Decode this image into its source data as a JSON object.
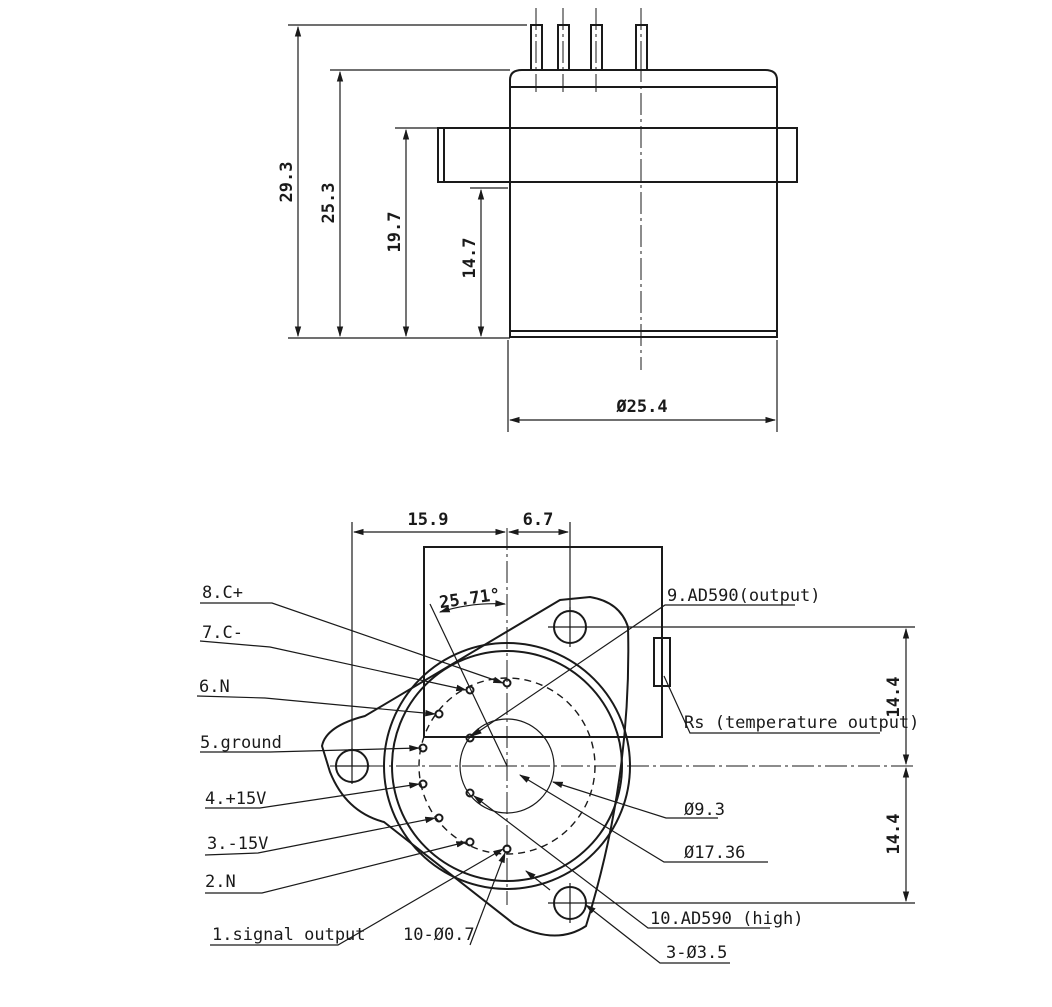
{
  "side_view": {
    "dimensions": {
      "total_height": "29.3",
      "body_height": "25.3",
      "flange_height": "19.7",
      "lower_height": "14.7",
      "diameter": "Ø25.4"
    }
  },
  "bottom_view": {
    "dimensions": {
      "offset_left": "15.9",
      "offset_right": "6.7",
      "angle": "25.71°",
      "upper_half": "14.4",
      "lower_half": "14.4"
    },
    "pin_labels": {
      "pin8": "8.C+",
      "pin7": "7.C-",
      "pin6": "6.N",
      "pin5": "5.ground",
      "pin4": "4.+15V",
      "pin3": "3.-15V",
      "pin2": "2.N",
      "pin1": "1.signal output",
      "pin9": "9.AD590(output)",
      "pin10": "10.AD590 (high)"
    },
    "callouts": {
      "rs": "Rs (temperature output)",
      "inner_circle": "Ø9.3",
      "pin_circle": "Ø17.36",
      "pin_holes": "10-Ø0.7",
      "mount_holes": "3-Ø3.5"
    }
  }
}
